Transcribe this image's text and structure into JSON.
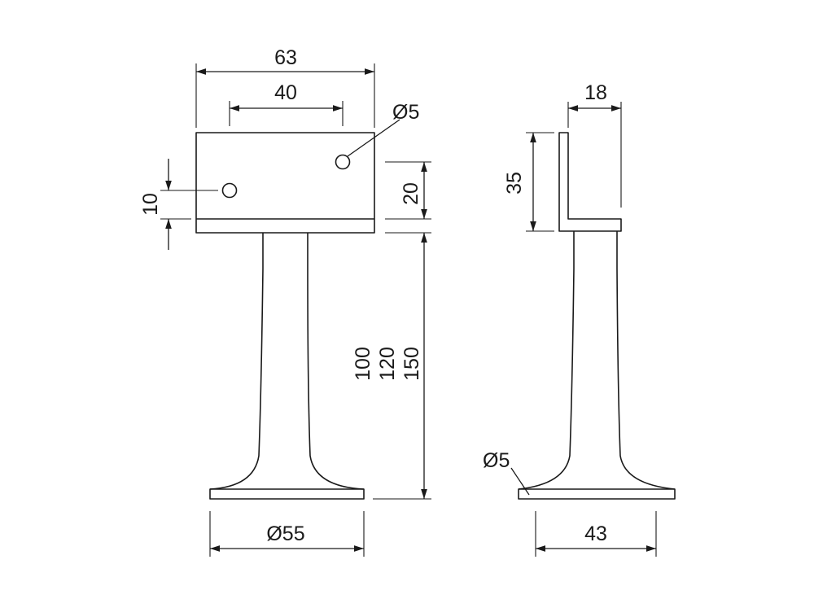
{
  "views": {
    "front": {
      "width_outer": "63",
      "width_holes": "40",
      "hole_diameter": "Ø5",
      "hole_offset_small": "10",
      "hole_offset": "20",
      "heights": [
        "100",
        "120",
        "150"
      ],
      "base_diameter": "Ø55"
    },
    "side": {
      "depth_top": "18",
      "flange_height": "35",
      "base_hole": "Ø5",
      "base_width": "43"
    }
  }
}
